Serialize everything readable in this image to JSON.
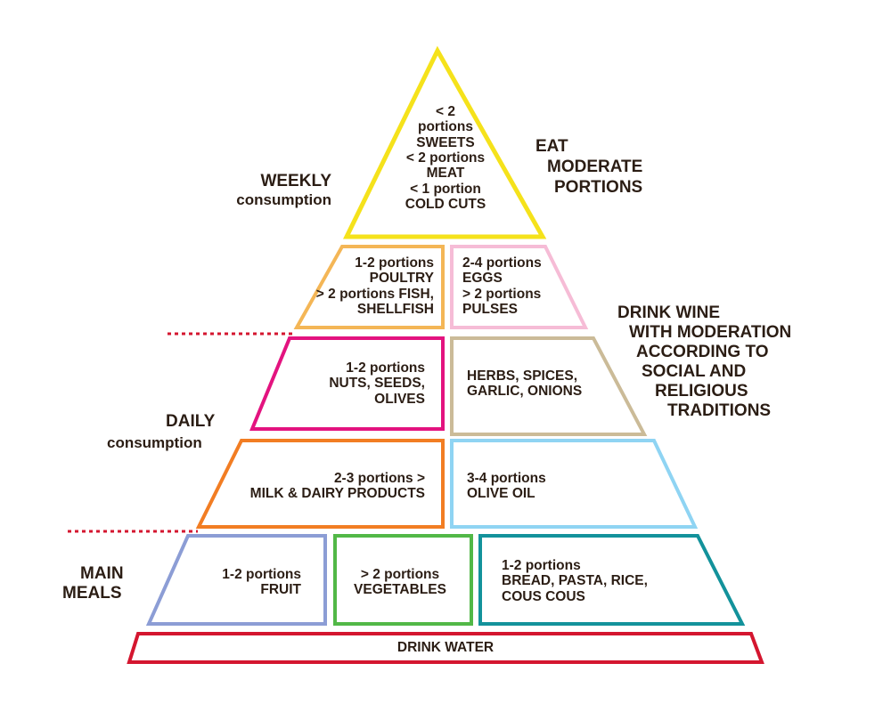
{
  "colors": {
    "apex": "#f5e21b",
    "poultry_fish": "#f4b656",
    "eggs_pulses": "#f6bcd6",
    "nuts": "#e3137f",
    "herbs": "#cbbb98",
    "milk": "#f27d23",
    "olive_oil": "#8fd4f3",
    "fruit": "#8c9dd5",
    "vegetables": "#52b847",
    "bread": "#13929b",
    "water": "#d4162f",
    "divider": "#d4162f",
    "text": "#2b1d14"
  },
  "apex": {
    "lines": [
      "< 2",
      "portions",
      "SWEETS",
      "< 2 portions",
      "MEAT",
      "< 1 portion",
      "COLD CUTS"
    ]
  },
  "tier2": {
    "left": {
      "lines": [
        "1-2 portions",
        "POULTRY",
        "> 2 portions FISH,",
        "SHELLFISH"
      ]
    },
    "right": {
      "lines": [
        "2-4 portions",
        "EGGS",
        "> 2 portions",
        "PULSES"
      ]
    }
  },
  "tier3": {
    "left": {
      "lines": [
        "1-2 portions",
        "NUTS, SEEDS,",
        "OLIVES"
      ]
    },
    "right": {
      "lines": [
        "HERBS, SPICES,",
        "GARLIC, ONIONS"
      ]
    }
  },
  "tier4": {
    "left": {
      "lines": [
        "2-3 portions >",
        "MILK & DAIRY PRODUCTS"
      ]
    },
    "right": {
      "lines": [
        "3-4 portions",
        "OLIVE OIL"
      ]
    }
  },
  "tier5": {
    "fruit": {
      "lines": [
        "1-2 portions",
        "FRUIT"
      ]
    },
    "vegetables": {
      "lines": [
        "> 2 portions",
        "VEGETABLES"
      ]
    },
    "bread": {
      "lines": [
        "1-2 portions",
        "BREAD, PASTA, RICE,",
        "COUS COUS"
      ]
    }
  },
  "water": {
    "label": "DRINK WATER"
  },
  "side_labels": {
    "weekly": {
      "line1": "WEEKLY",
      "line2": "consumption"
    },
    "daily": {
      "line1": "DAILY",
      "line2": "consumption"
    },
    "main_meals": {
      "line1": "MAIN",
      "line2": "MEALS"
    },
    "eat_moderate": {
      "lines": [
        "EAT",
        "MODERATE",
        "PORTIONS"
      ]
    },
    "wine": {
      "lines": [
        "DRINK WINE",
        "WITH MODERATION",
        "ACCORDING TO",
        "SOCIAL AND",
        "RELIGIOUS",
        "TRADITIONS"
      ]
    }
  }
}
